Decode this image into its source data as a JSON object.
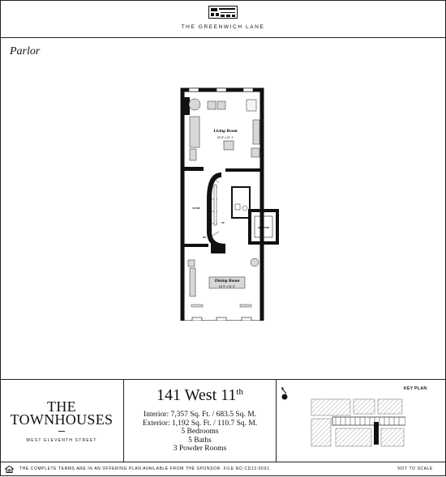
{
  "header": {
    "brand": "THE GREENWICH LANE",
    "logo_icon": "building-logo-icon"
  },
  "floor": {
    "label": "Parlor"
  },
  "rooms": [
    {
      "name": "Living Room",
      "dimensions": "29' 8\" x 21' 1\""
    },
    {
      "name": "Dining Room",
      "dimensions": "18' 9\" x 21' 0\""
    }
  ],
  "room_labels": {
    "foyer": "FOYER",
    "elevator": "ELEVATOR",
    "up": "UP",
    "dn": "DN"
  },
  "footer": {
    "townhouses_line1": "THE",
    "townhouses_line2": "TOWNHOUSES",
    "street": "WEST ELEVENTH STREET",
    "address_main": "141 West 11",
    "address_suffix": "th",
    "interior": "Interior: 7,357 Sq. Ft. / 683.5 Sq. M.",
    "exterior": "Exterior: 1,192 Sq. Ft. / 110.7 Sq. M.",
    "bedrooms": "5 Bedrooms",
    "baths": "5 Baths",
    "powder_rooms": "3 Powder Rooms",
    "key_plan_label": "KEY PLAN",
    "compass_icon": "north-compass-icon"
  },
  "legal": {
    "text": "THE COMPLETE TERMS ARE IN AN OFFERING PLAN AVAILABLE FROM THE SPONSOR. FILE NO.CD13-0091.",
    "scale_note": "NOT TO SCALE",
    "eho_icon": "equal-housing-opportunity-icon"
  },
  "colors": {
    "wall": "#111111",
    "furniture_fill": "#d8d8d8",
    "hatch": "#9a9a9a",
    "line": "#222222"
  }
}
